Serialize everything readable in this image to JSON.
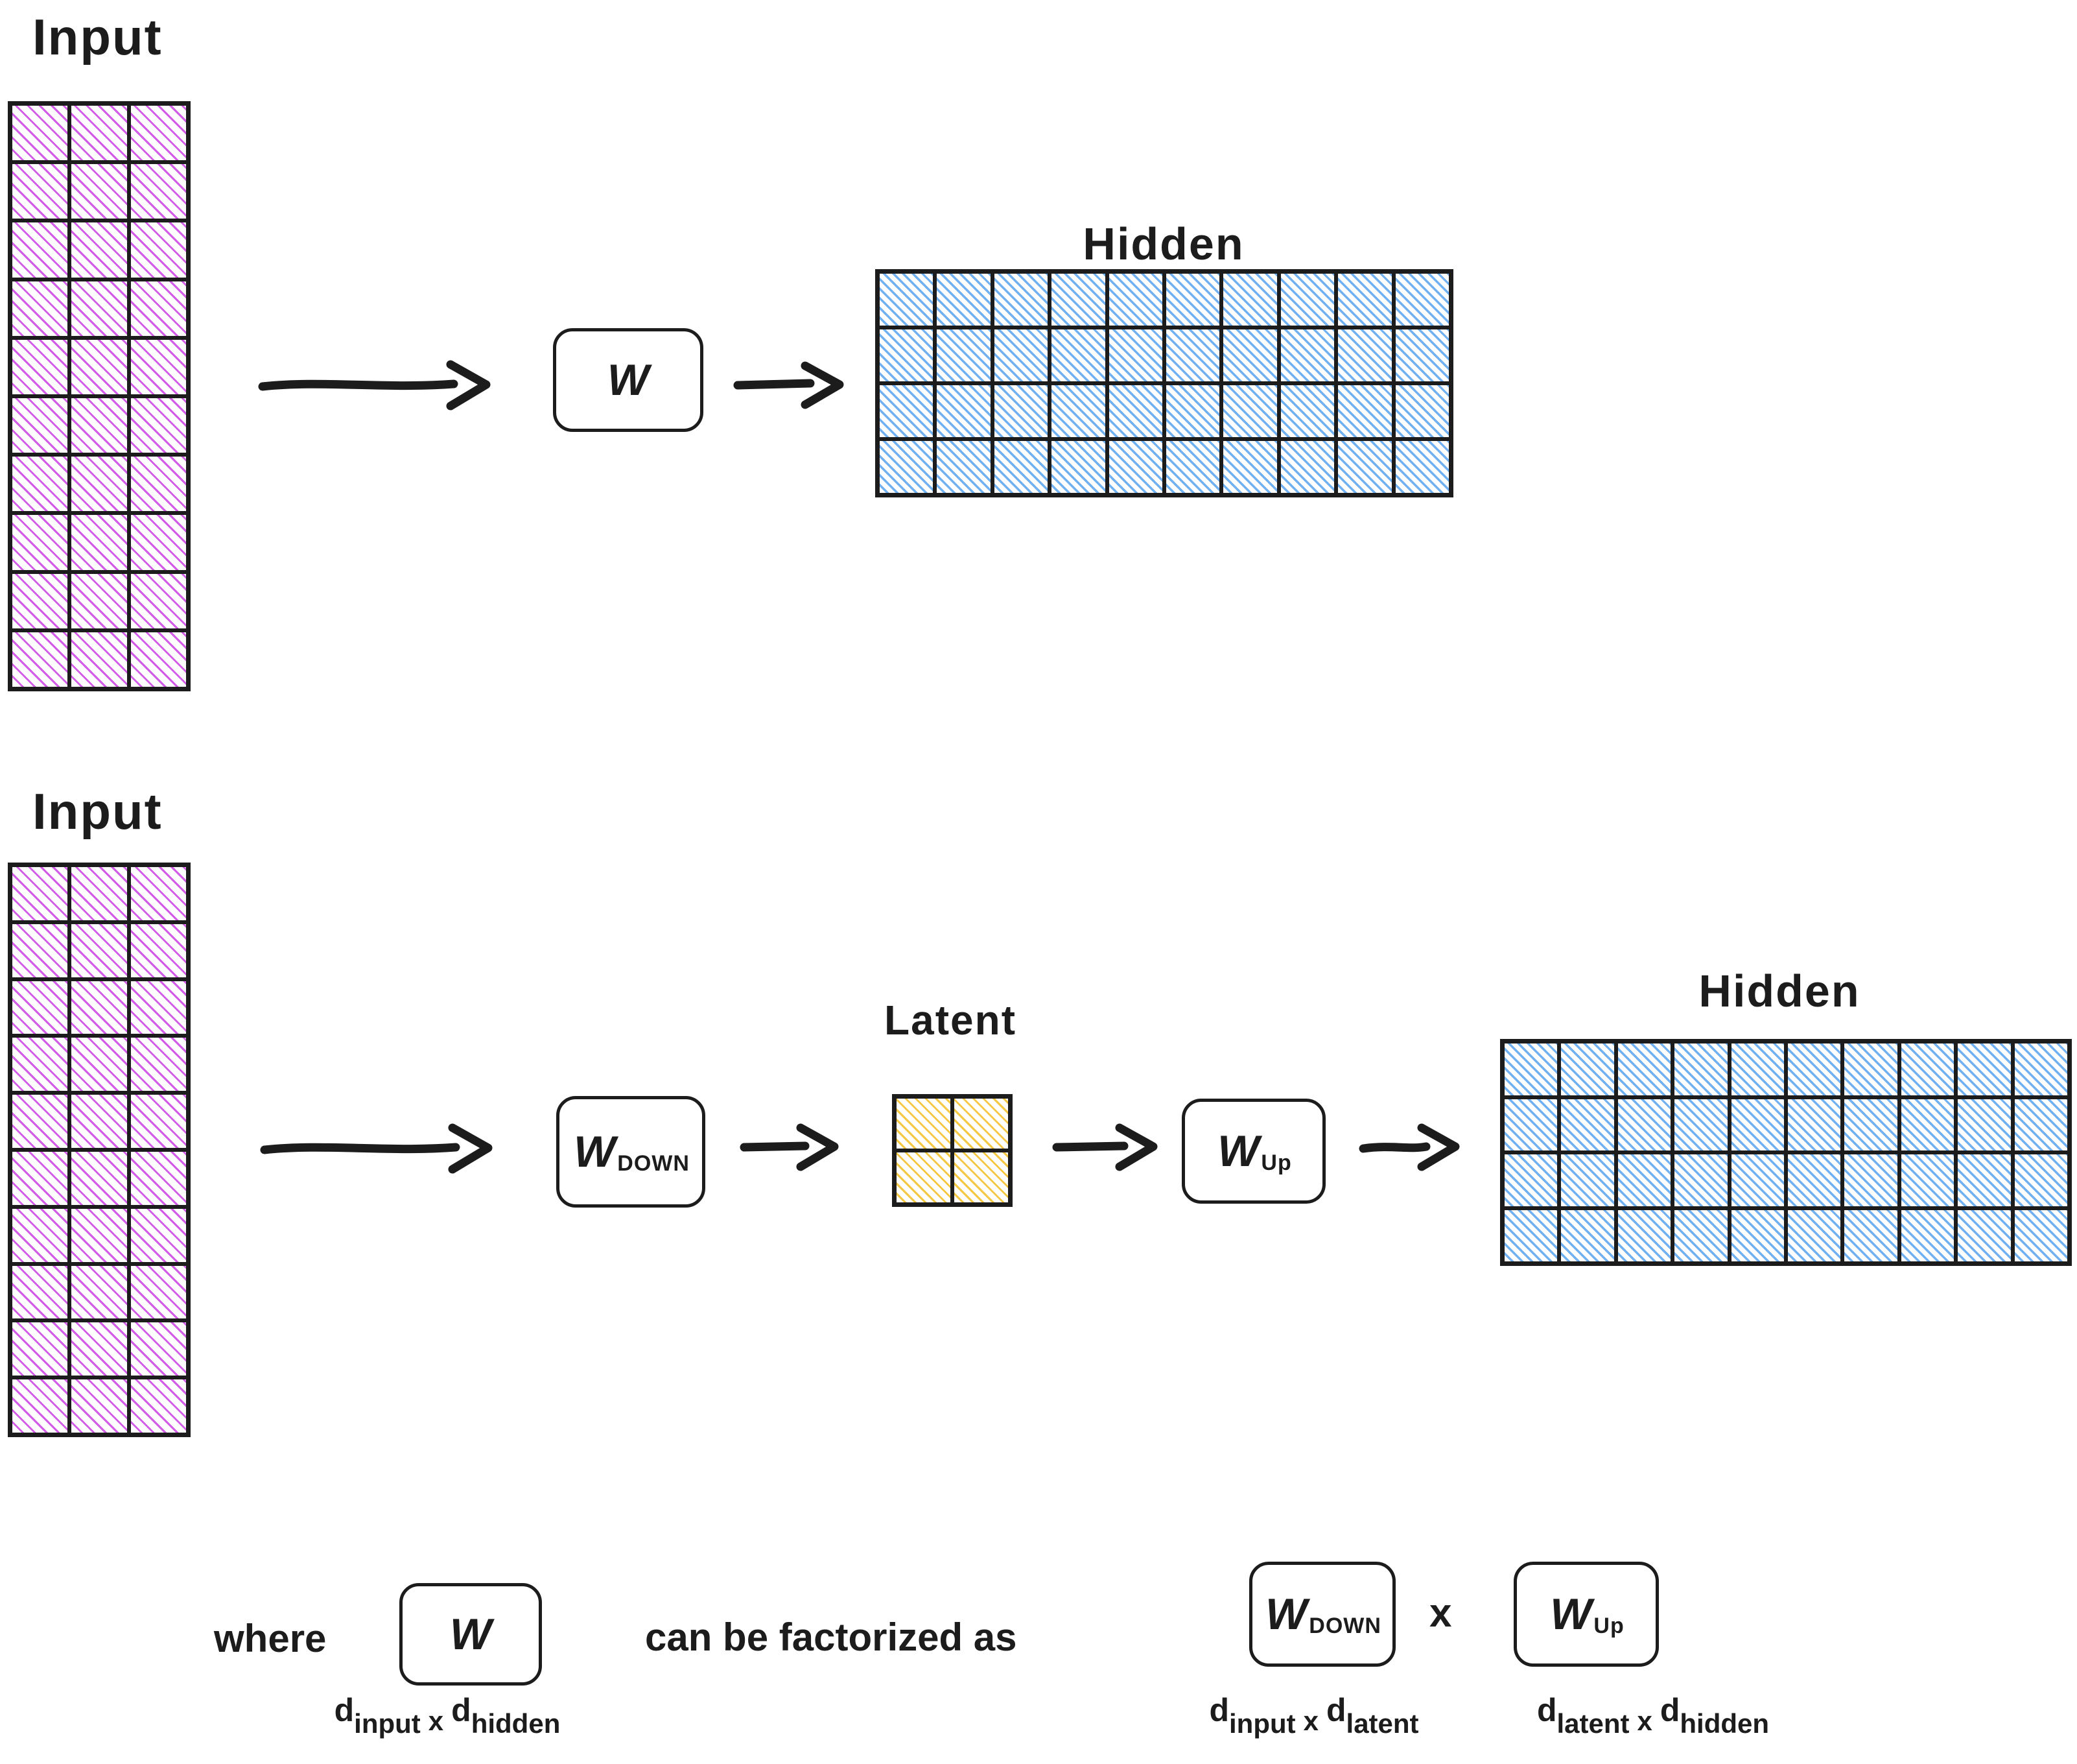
{
  "colors": {
    "ink": "#1c1c1c",
    "purple": "#d25ce8",
    "blue": "#72b1f1",
    "yellow": "#f5c843",
    "paper": "#ffffff"
  },
  "diagram_full": {
    "input": {
      "label": "Input",
      "cols": 3,
      "rows": 10,
      "hatch": "purple"
    },
    "w_box": {
      "main": "W",
      "sub": ""
    },
    "hidden": {
      "label": "Hidden",
      "cols": 10,
      "rows": 4,
      "hatch": "blue"
    }
  },
  "diagram_factorized": {
    "input": {
      "label": "Input",
      "cols": 3,
      "rows": 10,
      "hatch": "purple"
    },
    "w_down_box": {
      "main": "W",
      "sub": "DOWN"
    },
    "latent": {
      "label": "Latent",
      "cols": 2,
      "rows": 2,
      "hatch": "yellow"
    },
    "w_up_box": {
      "main": "W",
      "sub": "Up"
    },
    "hidden": {
      "label": "Hidden",
      "cols": 10,
      "rows": 4,
      "hatch": "blue"
    }
  },
  "formula": {
    "where": "where",
    "w_box": {
      "main": "W",
      "sub": ""
    },
    "w_dims": {
      "d1": "d",
      "sub1": "input",
      "times": "x",
      "d2": "d",
      "sub2": "hidden"
    },
    "statement": "can be factorized as",
    "w_down_box": {
      "main": "W",
      "sub": "DOWN"
    },
    "times": "x",
    "w_up_box": {
      "main": "W",
      "sub": "Up"
    },
    "w_down_dims": {
      "d1": "d",
      "sub1": "input",
      "times": "x",
      "d2": "d",
      "sub2": "latent"
    },
    "w_up_dims": {
      "d1": "d",
      "sub1": "latent",
      "times": "x",
      "d2": "d",
      "sub2": "hidden"
    }
  }
}
